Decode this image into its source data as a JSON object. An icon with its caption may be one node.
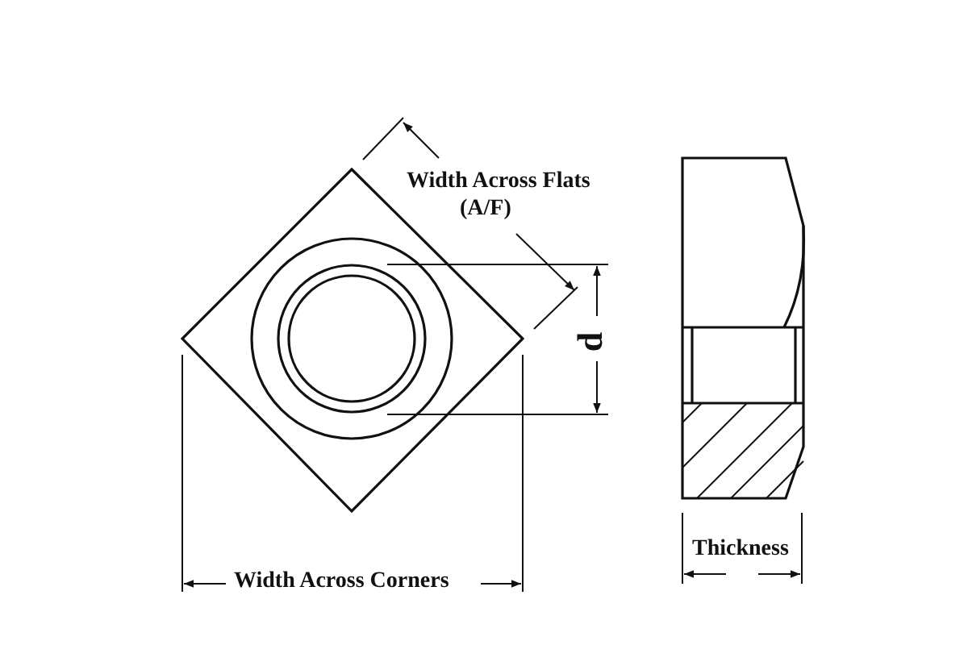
{
  "diagram": {
    "labels": [
      "Width Across Flats",
      "(A/F)",
      "d",
      "Width Across Corners",
      "Thickness"
    ]
  }
}
